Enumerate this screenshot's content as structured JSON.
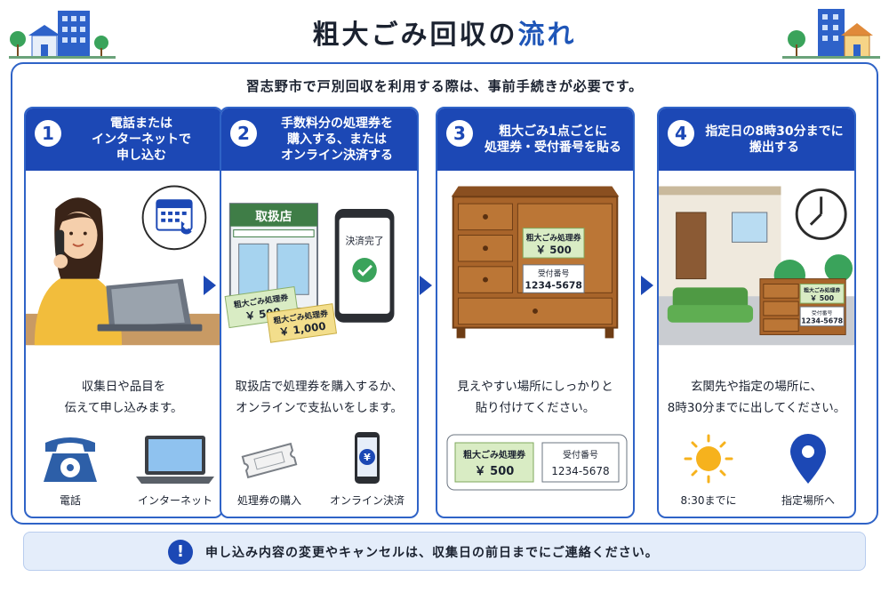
{
  "header": {
    "title_main": "粗大ごみ回収の",
    "title_accent": "流れ"
  },
  "intro": "習志野市で戸別回収を利用する際は、事前手続きが必要です。",
  "steps": [
    {
      "number": "1",
      "heading": "電話または\nインターネットで\n申し込む",
      "description": "収集日や品目を\n伝えて申し込みます。",
      "icons": [
        {
          "name": "telephone-icon",
          "label": "電話"
        },
        {
          "name": "laptop-icon",
          "label": "インターネット"
        }
      ]
    },
    {
      "number": "2",
      "heading": "手数料分の処理券を\n購入する、または\nオンライン決済する",
      "description": "取扱店で処理券を購入するか、\nオンラインで支払いをします。",
      "store_sign": "取扱店",
      "payment_done": "決済完了",
      "ticket_label": "粗大ごみ処理券",
      "ticket_price_a": "￥ 500",
      "ticket_price_b": "￥ 1,000",
      "icons": [
        {
          "name": "ticket-icon",
          "label": "処理券の購入"
        },
        {
          "name": "smartphone-yen-icon",
          "label": "オンライン決済"
        }
      ]
    },
    {
      "number": "3",
      "heading": "粗大ごみ1点ごとに\n処理券・受付番号を貼る",
      "description": "見えやすい場所にしっかりと\n貼り付けてください。",
      "ticket_label": "粗大ごみ処理券",
      "ticket_price": "￥ 500",
      "receipt_label": "受付番号",
      "receipt_number": "1234-5678"
    },
    {
      "number": "4",
      "heading": "指定日の8時30分までに\n搬出する",
      "description": "玄関先や指定の場所に、\n8時30分までに出してください。",
      "ticket_label": "粗大ごみ処理券",
      "ticket_price": "￥ 500",
      "receipt_label": "受付番号",
      "receipt_number": "1234-5678",
      "icons": [
        {
          "name": "sun-icon",
          "label": "8:30までに"
        },
        {
          "name": "location-pin-icon",
          "label": "指定場所へ"
        }
      ]
    }
  ],
  "note": "申し込み内容の変更やキャンセルは、収集日の前日までにご連絡ください。",
  "colors": {
    "primary": "#1c48b5",
    "accent_title": "#1f56b8",
    "note_bg": "#e4edfa",
    "ticket_green": "#d9ecc4",
    "ticket_yellow": "#f3de8c",
    "furniture": "#a8642a"
  }
}
